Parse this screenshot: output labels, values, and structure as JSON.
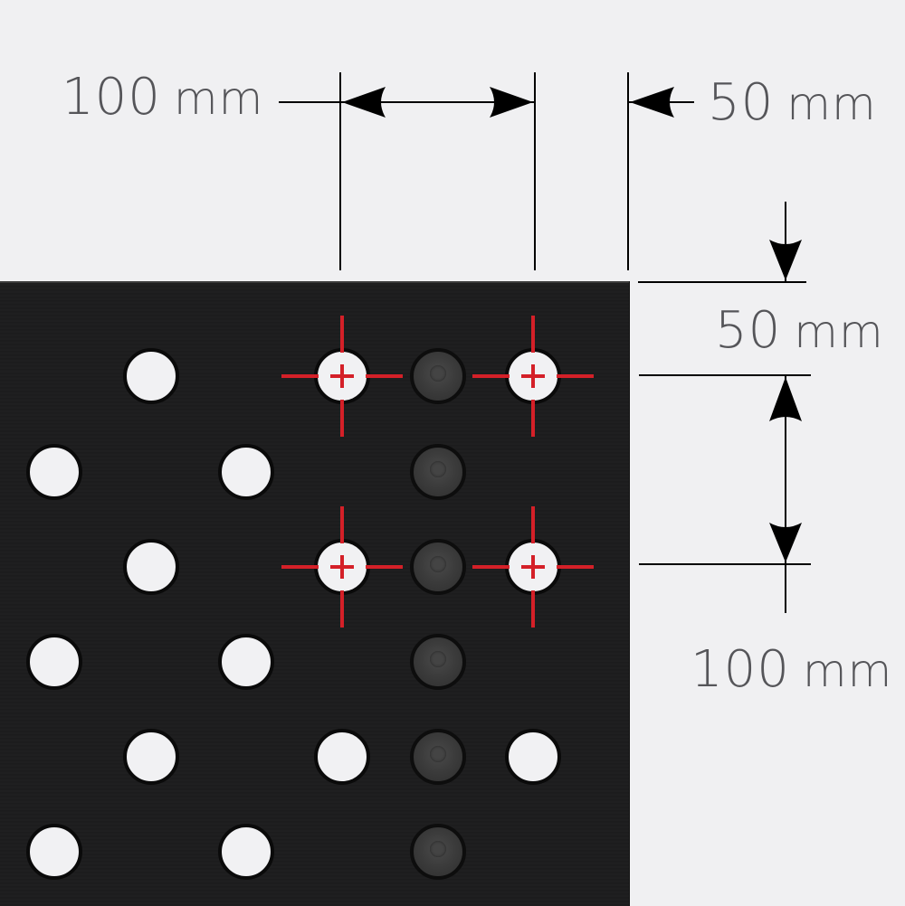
{
  "dimensions": {
    "horizontal_pitch": {
      "value": "100",
      "unit": "mm"
    },
    "horizontal_edge": {
      "value": "50",
      "unit": "mm"
    },
    "vertical_edge": {
      "value": "50",
      "unit": "mm"
    },
    "vertical_pitch": {
      "value": "100",
      "unit": "mm"
    }
  },
  "colors": {
    "background": "#f0f0f2",
    "panel": "#1e1e1f",
    "hole_open": "#f1f1f3",
    "hole_plugged": "#3c3c3c",
    "crosshair": "#d42028",
    "dimension_line": "#000000",
    "label_text": "#555559"
  },
  "holes": {
    "open": [
      [
        167,
        416
      ],
      [
        60,
        522
      ],
      [
        272,
        522
      ],
      [
        167,
        627
      ],
      [
        60,
        732
      ],
      [
        272,
        732
      ],
      [
        167,
        837
      ],
      [
        378,
        837
      ],
      [
        589,
        837
      ],
      [
        60,
        942
      ],
      [
        272,
        942
      ],
      [
        378,
        416
      ],
      [
        589,
        416
      ],
      [
        378,
        627
      ],
      [
        589,
        627
      ]
    ],
    "plugged": [
      [
        484,
        416
      ],
      [
        484,
        522
      ],
      [
        484,
        627
      ],
      [
        484,
        732
      ],
      [
        484,
        837
      ],
      [
        484,
        942
      ]
    ],
    "marked": [
      [
        378,
        416
      ],
      [
        589,
        416
      ],
      [
        378,
        627
      ],
      [
        589,
        627
      ]
    ]
  }
}
